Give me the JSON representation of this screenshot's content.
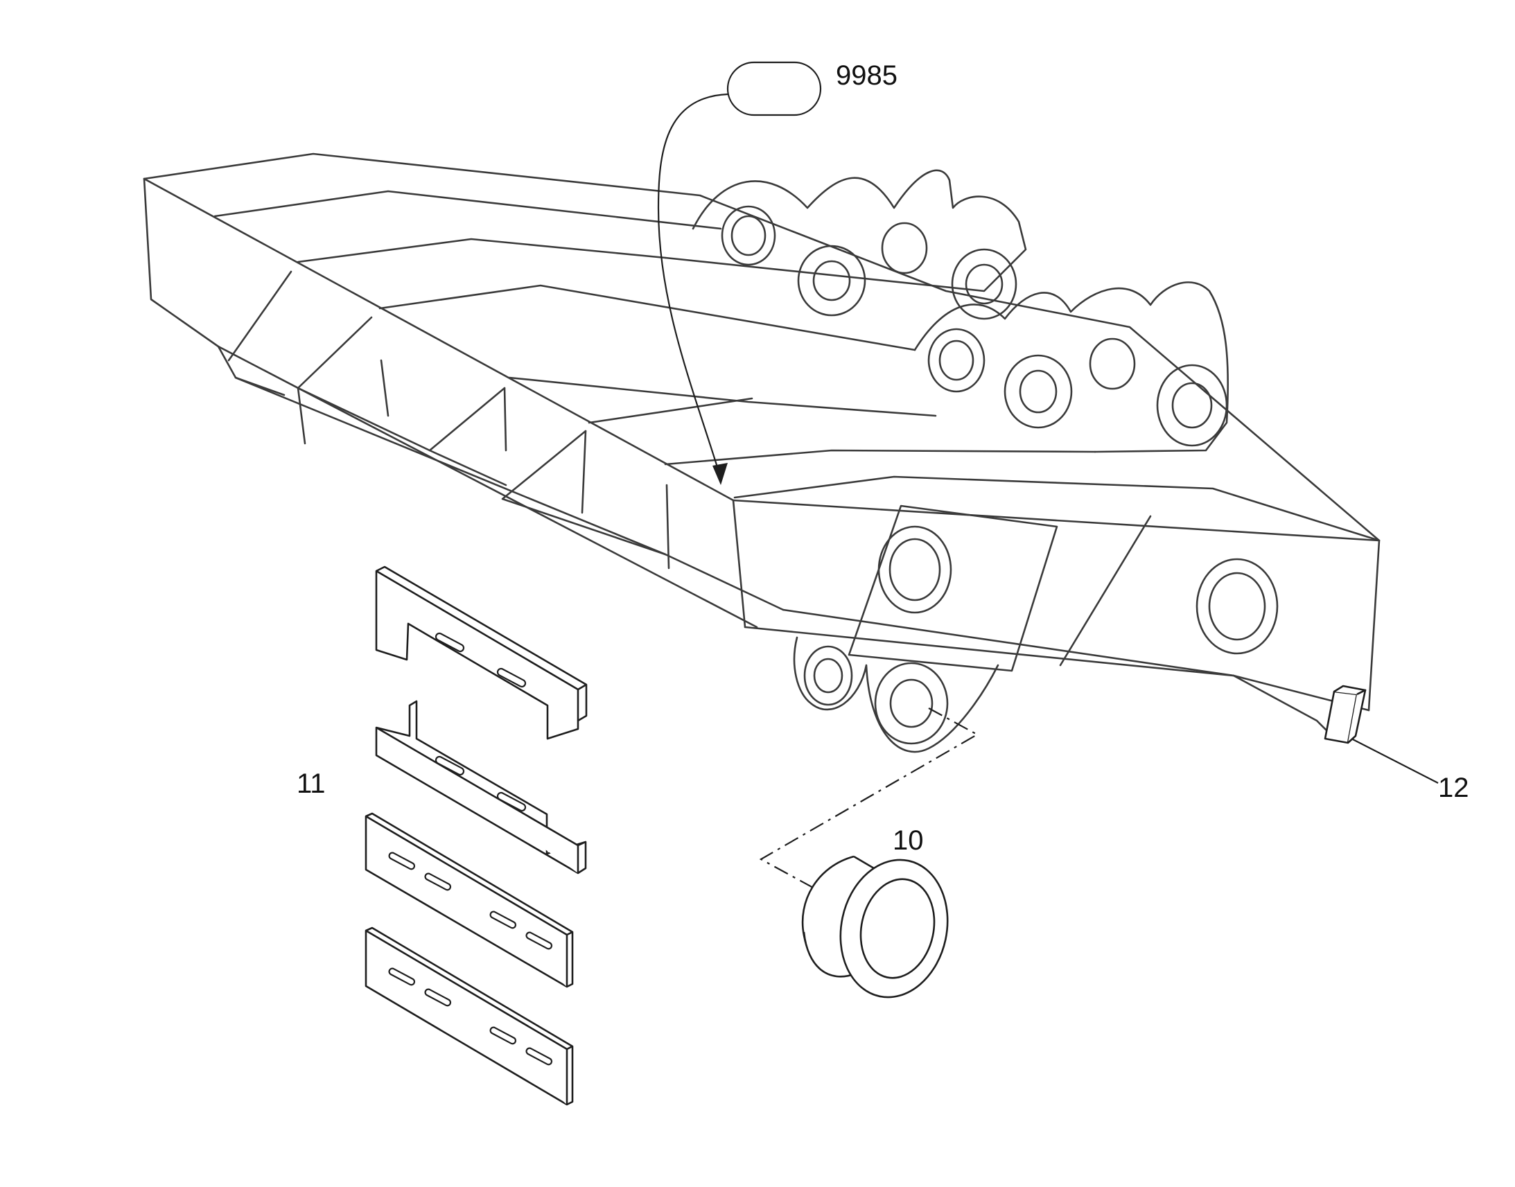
{
  "callouts": {
    "assembly_ref": "9985",
    "part_10": "10",
    "part_11": "11",
    "part_12": "12"
  }
}
